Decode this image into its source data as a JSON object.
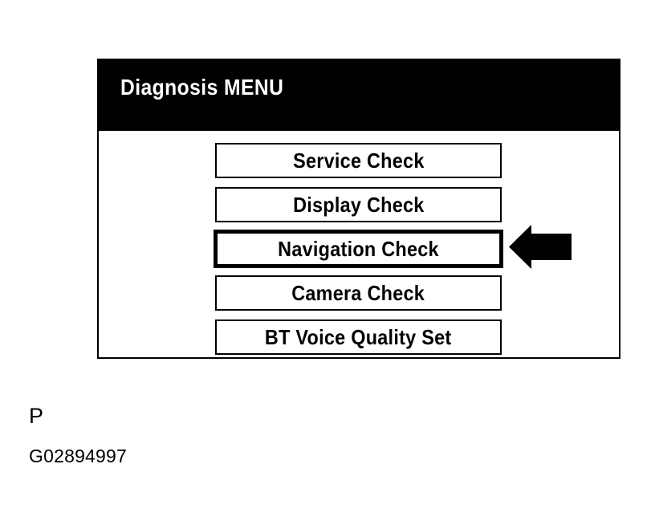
{
  "screen": {
    "title": "Diagnosis MENU",
    "header_bg": "#000000",
    "header_fg": "#ffffff",
    "body_bg": "#ffffff",
    "border_color": "#000000",
    "menu_items": [
      {
        "label": "Service Check",
        "selected": false
      },
      {
        "label": "Display Check",
        "selected": false
      },
      {
        "label": "Navigation Check",
        "selected": true
      },
      {
        "label": "Camera Check",
        "selected": false
      },
      {
        "label": "BT Voice Quality Set",
        "selected": false
      }
    ]
  },
  "annotation": {
    "arrow": {
      "icon": "arrow-left-solid",
      "color": "#000000",
      "points_at": "Navigation Check"
    }
  },
  "caption": {
    "letter": "P",
    "figure_code": "G02894997"
  }
}
